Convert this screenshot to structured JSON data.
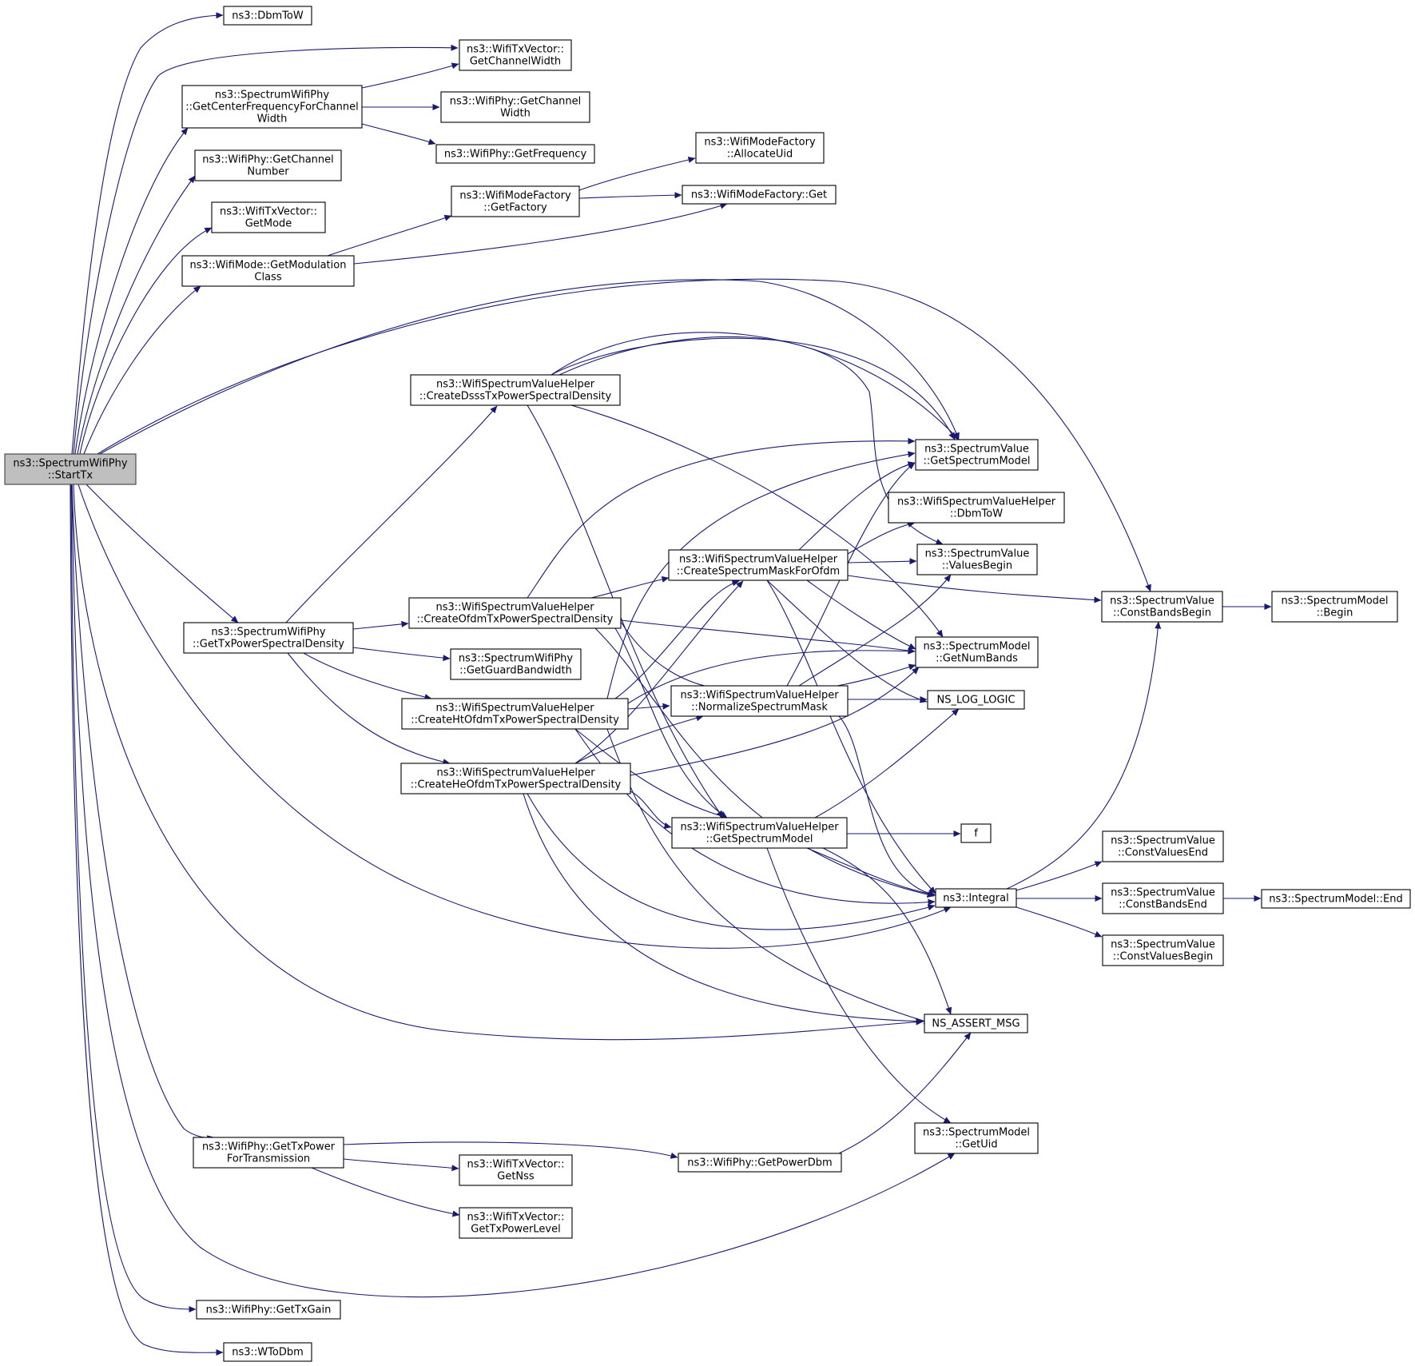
{
  "graph": {
    "edge_color": "#191970",
    "root_fill": "#bfbfbf",
    "nodes": [
      {
        "id": "root",
        "lines": [
          "ns3::SpectrumWifiPhy",
          "::StartTx"
        ],
        "root": true
      },
      {
        "id": "dbmtow",
        "lines": [
          "ns3::DbmToW"
        ]
      },
      {
        "id": "getchannelwidth_tx",
        "lines": [
          "ns3::WifiTxVector::",
          "GetChannelWidth"
        ]
      },
      {
        "id": "getcenterfreq",
        "lines": [
          "ns3::SpectrumWifiPhy",
          "::GetCenterFrequencyForChannel",
          "Width"
        ]
      },
      {
        "id": "phy_getchannelwidth",
        "lines": [
          "ns3::WifiPhy::GetChannel",
          "Width"
        ]
      },
      {
        "id": "getfrequency",
        "lines": [
          "ns3::WifiPhy::GetFrequency"
        ]
      },
      {
        "id": "getchannelnumber",
        "lines": [
          "ns3::WifiPhy::GetChannel",
          "Number"
        ]
      },
      {
        "id": "allocateuid",
        "lines": [
          "ns3::WifiModeFactory",
          "::AllocateUid"
        ]
      },
      {
        "id": "getfactory",
        "lines": [
          "ns3::WifiModeFactory",
          "::GetFactory"
        ]
      },
      {
        "id": "modefactory_get",
        "lines": [
          "ns3::WifiModeFactory::Get"
        ]
      },
      {
        "id": "getmode",
        "lines": [
          "ns3::WifiTxVector::",
          "GetMode"
        ]
      },
      {
        "id": "getmodulation",
        "lines": [
          "ns3::WifiMode::GetModulation",
          "Class"
        ]
      },
      {
        "id": "createdsss",
        "lines": [
          "ns3::WifiSpectrumValueHelper",
          "::CreateDsssTxPowerSpectralDensity"
        ]
      },
      {
        "id": "sv_getspectrummodel",
        "lines": [
          "ns3::SpectrumValue",
          "::GetSpectrumModel"
        ]
      },
      {
        "id": "helper_dbmtow",
        "lines": [
          "ns3::WifiSpectrumValueHelper",
          "::DbmToW"
        ]
      },
      {
        "id": "createmask",
        "lines": [
          "ns3::WifiSpectrumValueHelper",
          "::CreateSpectrumMaskForOfdm"
        ]
      },
      {
        "id": "valuesbegin",
        "lines": [
          "ns3::SpectrumValue",
          "::ValuesBegin"
        ]
      },
      {
        "id": "constbandsbegin",
        "lines": [
          "ns3::SpectrumValue",
          "::ConstBandsBegin"
        ]
      },
      {
        "id": "model_begin",
        "lines": [
          "ns3::SpectrumModel",
          "::Begin"
        ]
      },
      {
        "id": "createofdm",
        "lines": [
          "ns3::WifiSpectrumValueHelper",
          "::CreateOfdmTxPowerSpectralDensity"
        ]
      },
      {
        "id": "gettxpsd",
        "lines": [
          "ns3::SpectrumWifiPhy",
          "::GetTxPowerSpectralDensity"
        ]
      },
      {
        "id": "getguardbw",
        "lines": [
          "ns3::SpectrumWifiPhy",
          "::GetGuardBandwidth"
        ]
      },
      {
        "id": "getnumbands",
        "lines": [
          "ns3::SpectrumModel",
          "::GetNumBands"
        ]
      },
      {
        "id": "createht",
        "lines": [
          "ns3::WifiSpectrumValueHelper",
          "::CreateHtOfdmTxPowerSpectralDensity"
        ]
      },
      {
        "id": "normalize",
        "lines": [
          "ns3::WifiSpectrumValueHelper",
          "::NormalizeSpectrumMask"
        ]
      },
      {
        "id": "nslog",
        "lines": [
          "NS_LOG_LOGIC"
        ]
      },
      {
        "id": "createhe",
        "lines": [
          "ns3::WifiSpectrumValueHelper",
          "::CreateHeOfdmTxPowerSpectralDensity"
        ]
      },
      {
        "id": "helper_getspectrummodel",
        "lines": [
          "ns3::WifiSpectrumValueHelper",
          "::GetSpectrumModel"
        ]
      },
      {
        "id": "f",
        "lines": [
          "f"
        ]
      },
      {
        "id": "constvaluesend",
        "lines": [
          "ns3::SpectrumValue",
          "::ConstValuesEnd"
        ]
      },
      {
        "id": "integral",
        "lines": [
          "ns3::Integral"
        ]
      },
      {
        "id": "constbandsend",
        "lines": [
          "ns3::SpectrumValue",
          "::ConstBandsEnd"
        ]
      },
      {
        "id": "model_end",
        "lines": [
          "ns3::SpectrumModel::End"
        ]
      },
      {
        "id": "constvaluesbegin",
        "lines": [
          "ns3::SpectrumValue",
          "::ConstValuesBegin"
        ]
      },
      {
        "id": "assert",
        "lines": [
          "NS_ASSERT_MSG"
        ]
      },
      {
        "id": "getuid",
        "lines": [
          "ns3::SpectrumModel",
          "::GetUid"
        ]
      },
      {
        "id": "gettxpower",
        "lines": [
          "ns3::WifiPhy::GetTxPower",
          "ForTransmission"
        ]
      },
      {
        "id": "getpowerdbm",
        "lines": [
          "ns3::WifiPhy::GetPowerDbm"
        ]
      },
      {
        "id": "getnss",
        "lines": [
          "ns3::WifiTxVector::",
          "GetNss"
        ]
      },
      {
        "id": "gettxpowerlevel",
        "lines": [
          "ns3::WifiTxVector::",
          "GetTxPowerLevel"
        ]
      },
      {
        "id": "gettxgain",
        "lines": [
          "ns3::WifiPhy::GetTxGain"
        ]
      },
      {
        "id": "wtodbm",
        "lines": [
          "ns3::WToDbm"
        ]
      }
    ]
  }
}
